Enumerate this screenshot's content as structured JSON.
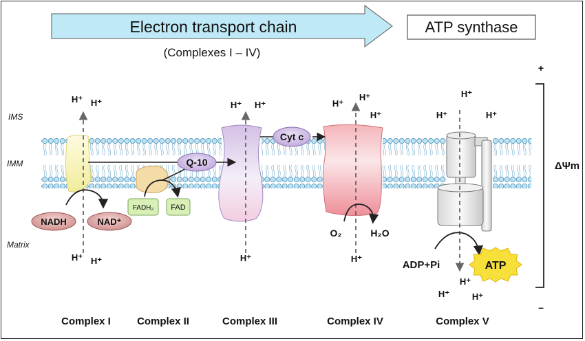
{
  "header": {
    "etc_label": "Electron transport chain",
    "complexes_range": "(Complexes I – IV)",
    "atp_synthase_label": "ATP synthase"
  },
  "compartments": {
    "ims": "IMS",
    "imm": "IMM",
    "matrix": "Matrix"
  },
  "potential": {
    "plus": "+",
    "minus": "–",
    "label": "ΔΨm"
  },
  "proton": "H⁺",
  "molecules": {
    "nadh": "NADH",
    "nad": "NAD⁺",
    "fadh2": "FADH₂",
    "fad": "FAD",
    "q10": "Q-10",
    "cytc": "Cyt c",
    "o2": "O₂",
    "h2o": "H₂O",
    "adp_pi": "ADP+Pi",
    "atp": "ATP"
  },
  "complexes": [
    "Complex I",
    "Complex II",
    "Complex III",
    "Complex IV",
    "Complex V"
  ],
  "colors": {
    "header_arrow": "#bfe9f6",
    "membrane_head": "#bde3f3",
    "complex_i": "#f3f0a8",
    "complex_ii": "#f2d49a",
    "complex_iii": "#d7c3e8",
    "complex_iv": "#ee9aa2",
    "nadh_oval": "#d79a98",
    "fad_box": "#d8f0b5",
    "q10_oval": "#cdb7e6",
    "atp_star": "#f8e03a"
  }
}
